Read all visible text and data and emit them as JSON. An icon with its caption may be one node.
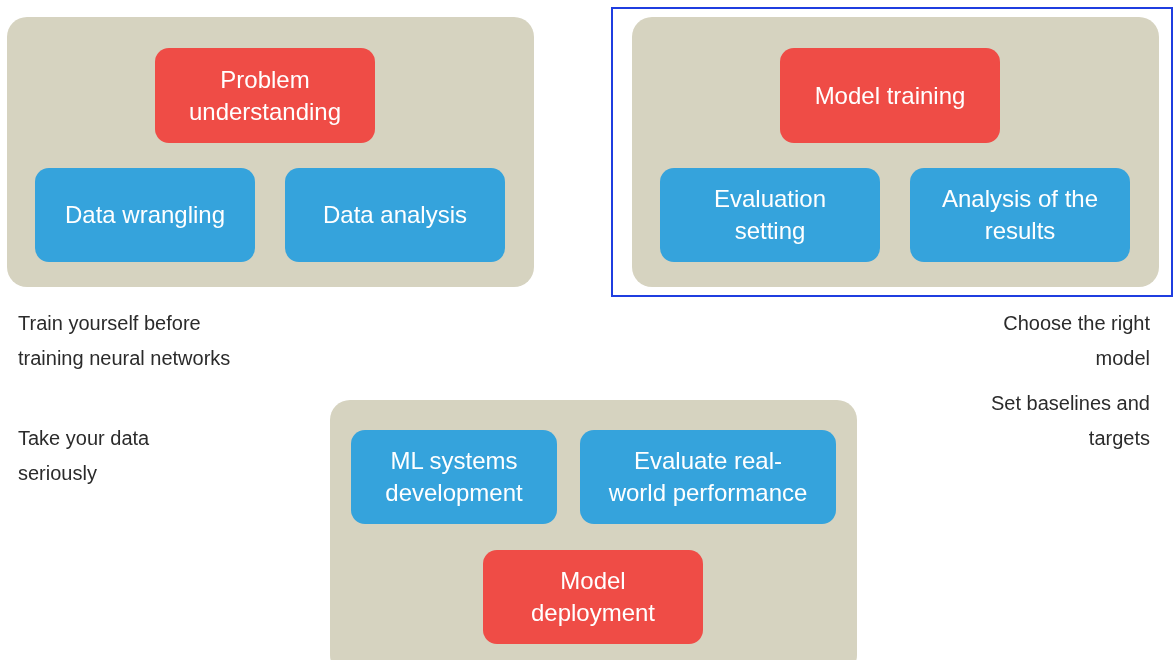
{
  "diagram": {
    "nodes": [
      {
        "text": [],
        "shape": "box",
        "beside": [
          "Train yourself before training neural networks",
          "Take your data seriously"
        ]
      },
      {
        "text": [
          "Problem understanding"
        ],
        "in": 0
      },
      {
        "text": [
          "Data wrangling"
        ],
        "in": 0
      },
      {
        "text": [
          "Data analysis"
        ],
        "in": 0
      },
      {
        "text": [],
        "shape": "box"
      },
      {
        "text": [],
        "shape": "box",
        "in": 4,
        "beside": [
          "Choose the right model",
          "Set baselines and targets"
        ]
      },
      {
        "text": [
          "Model training"
        ],
        "in": 5
      },
      {
        "text": [
          "Evaluation setting"
        ],
        "in": 5
      },
      {
        "text": [
          "Analysis of the results"
        ],
        "in": 5
      },
      {
        "text": [],
        "shape": "box"
      },
      {
        "text": [
          "ML systems development"
        ],
        "in": 9
      },
      {
        "text": [
          "Evaluate real-world performance"
        ],
        "in": 9
      },
      {
        "text": [
          "Model deployment"
        ],
        "in": 9
      }
    ]
  }
}
